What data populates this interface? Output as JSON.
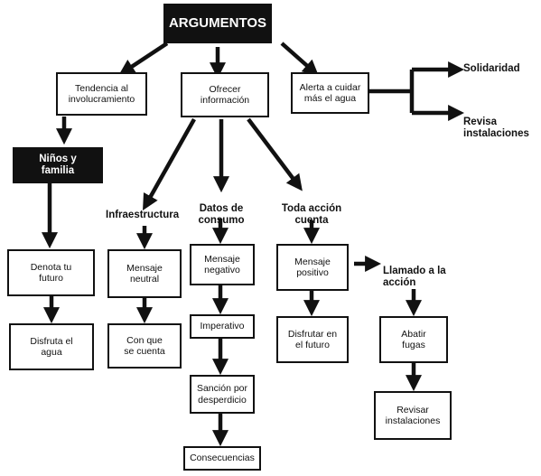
{
  "title": "ARGUMENTOS",
  "top_level": {
    "tendencia": "Tendencia al\ninvolucramiento",
    "ofrecer": "Ofrecer\ninformación",
    "alerta": "Alerta a cuidar\nmás el agua"
  },
  "alerta_outcomes": {
    "solidaridad": "Solidaridad",
    "revisa": "Revisa\ninstalaciones"
  },
  "ninos": {
    "group": "Niños y\nfamilia",
    "denota": "Denota tu\nfuturo",
    "disfruta": "Disfruta el\nagua"
  },
  "infraestructura": {
    "label": "Infraestructura",
    "mensaje": "Mensaje\nneutral",
    "con_que": "Con que\nse cuenta"
  },
  "datos": {
    "label": "Datos de\nconsumo",
    "mensaje": "Mensaje\nnegativo",
    "imperativo": "Imperativo",
    "sancion": "Sanción por\ndesperdicio",
    "consecuencias": "Consecuencias"
  },
  "toda": {
    "label": "Toda acción\ncuenta",
    "mensaje": "Mensaje\npositivo",
    "disfrutar": "Disfrutar en\nel futuro"
  },
  "llamado": {
    "label": "Llamado a la\nacción",
    "abatir": "Abatir\nfugas",
    "revisar": "Revisar\ninstalaciones"
  }
}
